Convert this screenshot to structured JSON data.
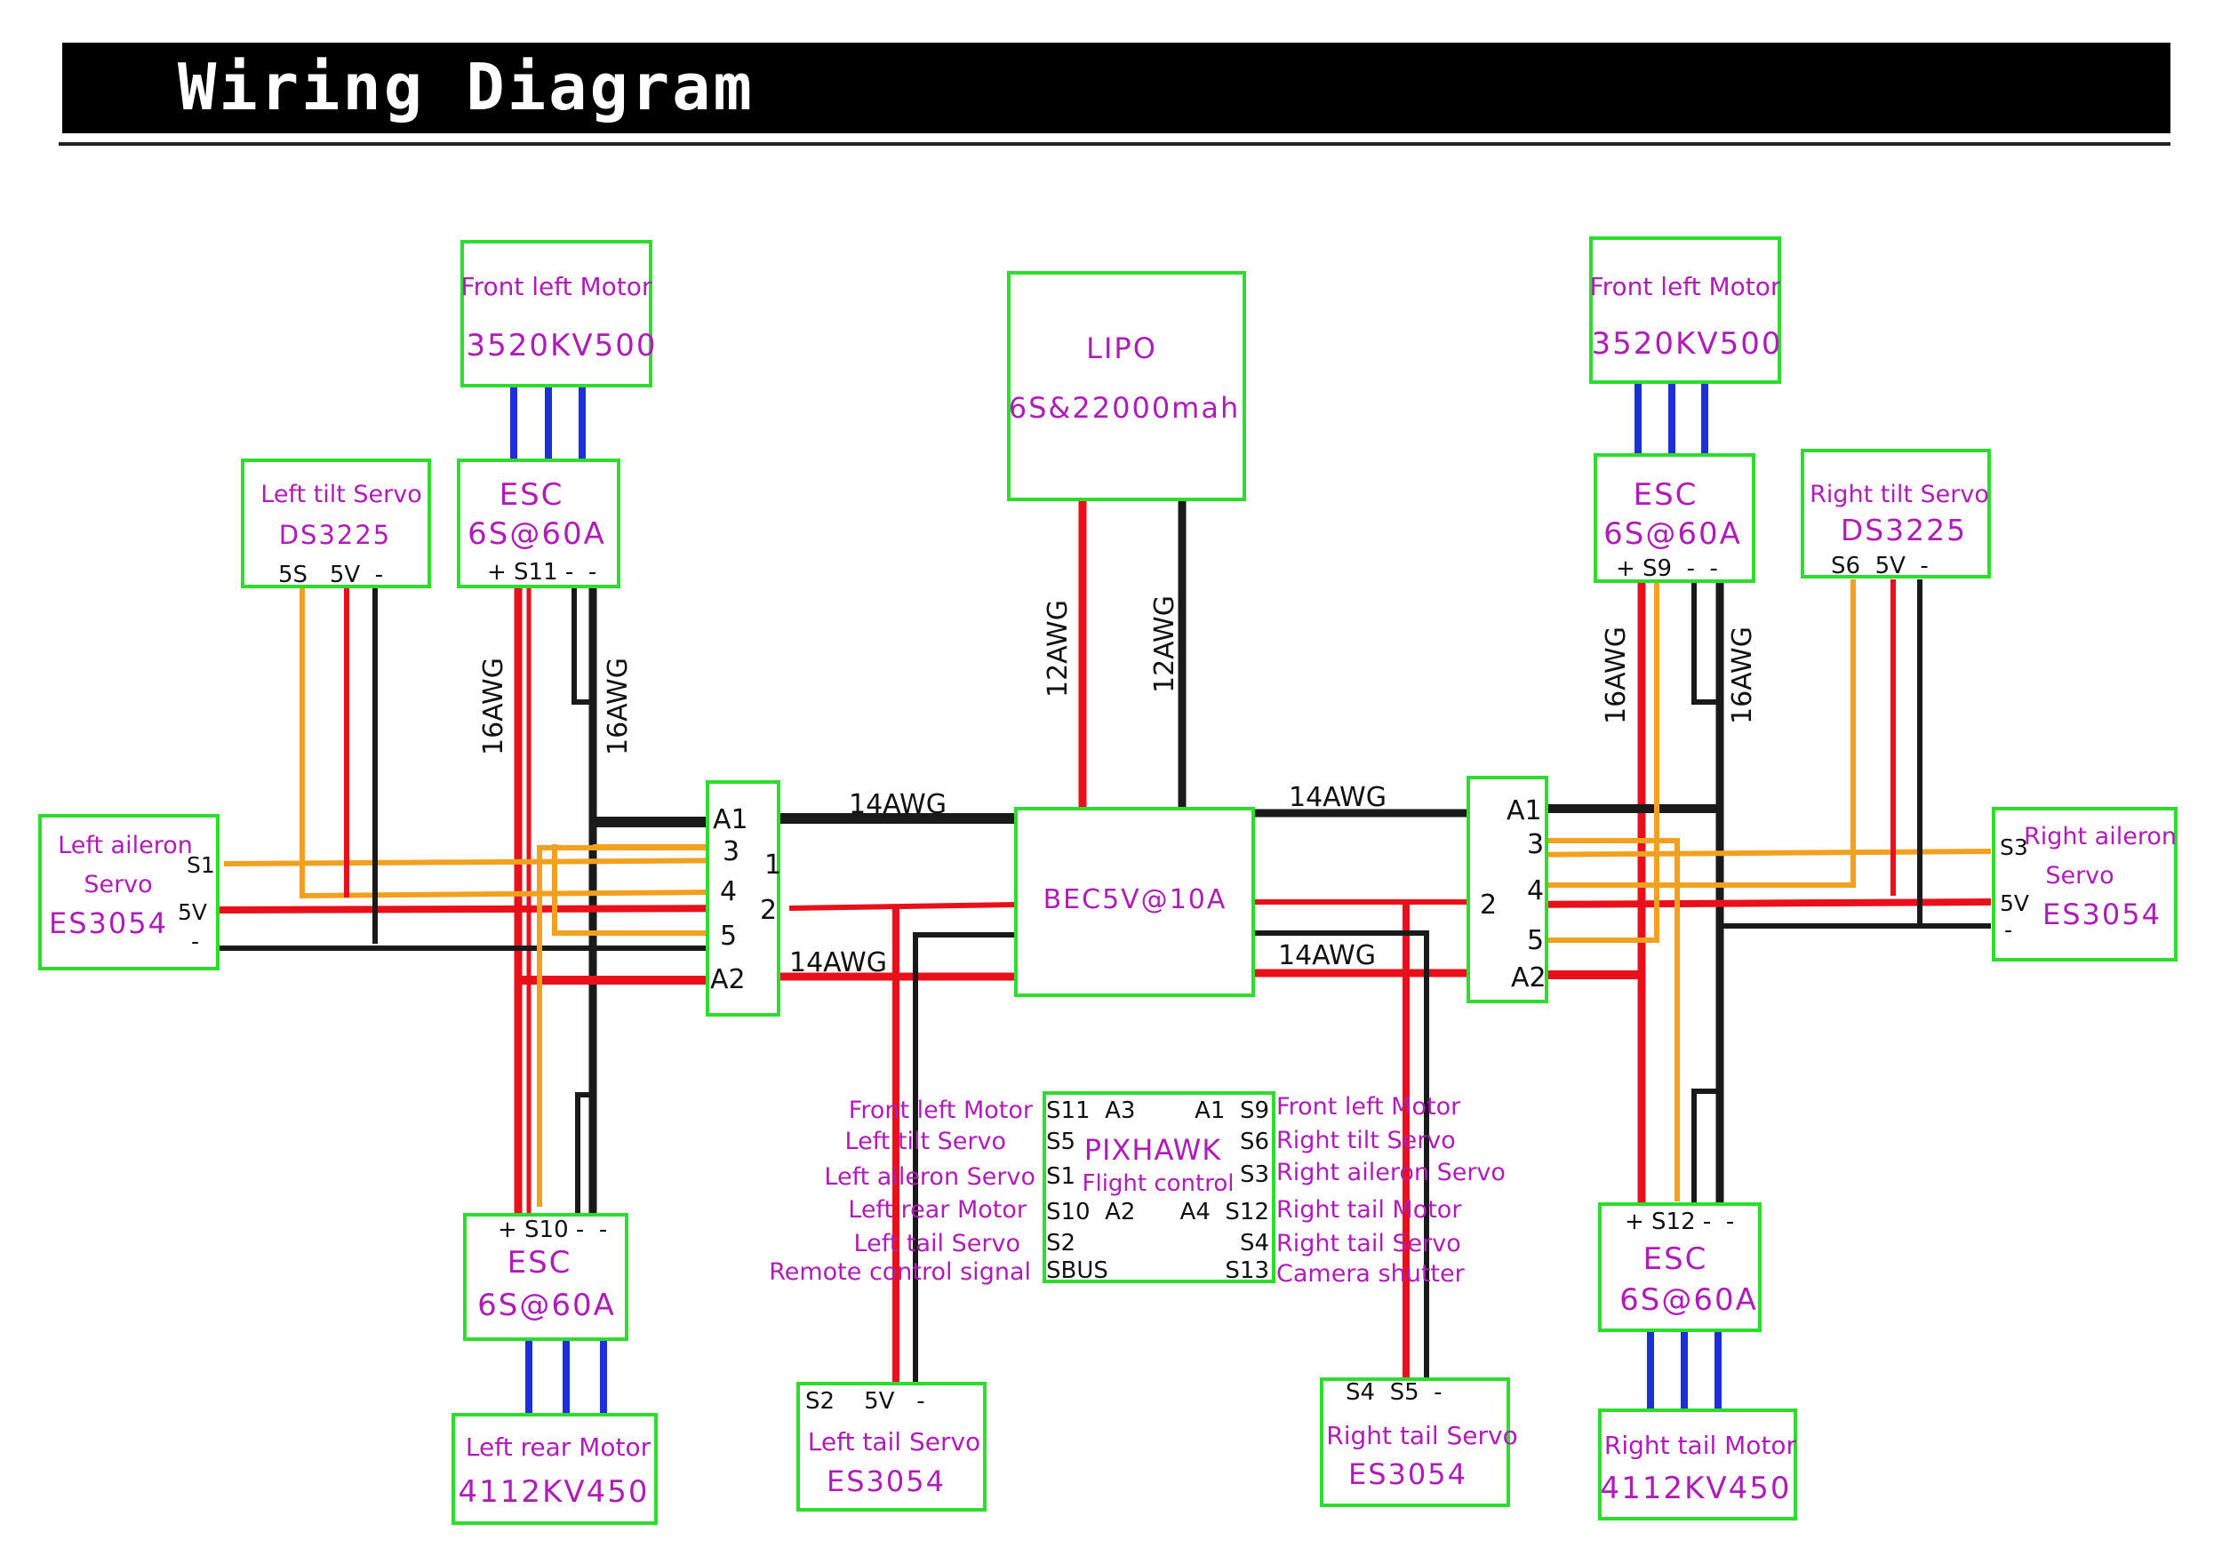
{
  "title": "Wiring Diagram",
  "colors": {
    "border": "#2edc2e",
    "label": "#b01cb8",
    "power": "#e8101a",
    "ground": "#1a1a1a",
    "signal": "#f2a020",
    "motor_phase": "#1c2fd8"
  },
  "motors": {
    "front_left_a": {
      "name": "Front left Motor",
      "model": "3520KV500"
    },
    "front_left_b": {
      "name": "Front left Motor",
      "model": "3520KV500"
    },
    "left_rear": {
      "name": "Left rear Motor",
      "model": "4112KV450"
    },
    "right_tail": {
      "name": "Right tail Motor",
      "model": "4112KV450"
    }
  },
  "lipo": {
    "name": "LIPO",
    "spec": "6S&22000mah"
  },
  "bec": {
    "name": "BEC5V@10A"
  },
  "escs": {
    "front_left": {
      "name": "ESC",
      "spec": "6S@60A",
      "pins": "+ S11 -  -"
    },
    "front_right": {
      "name": "ESC",
      "spec": "6S@60A",
      "pins": "+ S9  -  -"
    },
    "rear_left": {
      "name": "ESC",
      "spec": "6S@60A",
      "pins": "+ S10 -  -"
    },
    "rear_right": {
      "name": "ESC",
      "spec": "6S@60A",
      "pins": "+ S12 -  -"
    }
  },
  "servos": {
    "left_tilt": {
      "name": "Left tilt Servo",
      "model": "DS3225",
      "pins": "5S   5V  -"
    },
    "right_tilt": {
      "name": "Right tilt Servo",
      "model": "DS3225",
      "pins": "S6  5V  -"
    },
    "left_aileron": {
      "name_1": "Left aileron",
      "name_2": "Servo",
      "model": "ES3054",
      "pin_s": "S1",
      "pin_5v": "5V",
      "pin_gnd": "-"
    },
    "right_aileron": {
      "name_1": "Right aileron",
      "name_2": "Servo",
      "model": "ES3054",
      "pin_s": "S3",
      "pin_5v": "5V",
      "pin_gnd": "-"
    },
    "left_tail": {
      "name": "Left tail Servo",
      "model": "ES3054",
      "pins": "S2    5V   -"
    },
    "right_tail": {
      "name": "Right tail Servo",
      "model": "ES3054",
      "pins": "S4  S5  -"
    }
  },
  "junctions": {
    "left": {
      "labels": [
        "A1",
        "3",
        "4",
        "5",
        "A2"
      ],
      "side_labels": [
        "1",
        "2"
      ]
    },
    "right": {
      "labels": [
        "A1",
        "3",
        "4",
        "5",
        "A2"
      ],
      "side_labels": [
        "2"
      ]
    }
  },
  "wire_gauges": {
    "lipo_pos": "12AWG",
    "lipo_neg": "12AWG",
    "fl_pos": "16AWG",
    "fl_neg": "16AWG",
    "fr_pos": "16AWG",
    "fr_neg": "16AWG",
    "left_top": "14AWG",
    "left_bottom": "14AWG",
    "right_top": "14AWG",
    "right_bottom": "14AWG"
  },
  "pixhawk": {
    "name": "PIXHAWK",
    "subtitle": "Flight control",
    "left_pins": [
      "S11  A3",
      "S5",
      "S1",
      "S10  A2",
      "S2",
      "SBUS"
    ],
    "right_pins": [
      "A1  S9",
      "S6",
      "S3",
      "A4  S12",
      "S4",
      "S13"
    ],
    "left_labels": [
      "Front left Motor",
      "Left tilt Servo",
      "Left aileron Servo",
      "Left rear Motor",
      "Left tail Servo",
      "Remote control signal"
    ],
    "right_labels": [
      "Front left Motor",
      "Right tilt Servo",
      "Right aileron Servo",
      "Right tail Motor",
      "Right tail Servo",
      "Camera shutter"
    ]
  }
}
